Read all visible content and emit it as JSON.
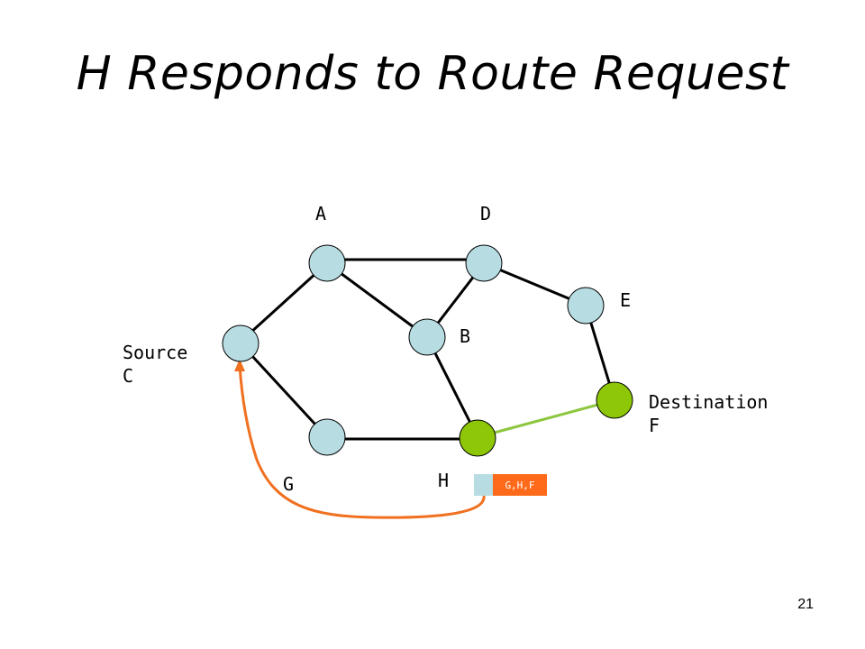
{
  "title": "H Responds to Route Request",
  "page_number": "21",
  "nodes": {
    "A": {
      "label": "A"
    },
    "D": {
      "label": "D"
    },
    "E": {
      "label": "E"
    },
    "B": {
      "label": "B"
    },
    "C": {
      "label_line1": "Source",
      "label_line2": "C"
    },
    "F": {
      "label_line1": "Destination",
      "label_line2": "F"
    },
    "G": {
      "label": "G"
    },
    "H": {
      "label": "H"
    }
  },
  "packet": {
    "route": "G,H,F"
  },
  "colors": {
    "node_default": "#b7dde3",
    "node_active": "#8dc707",
    "reply_path": "#8dc63f",
    "reply_arrow": "#f07020",
    "packet_route_bg": "#ff6a1a"
  }
}
